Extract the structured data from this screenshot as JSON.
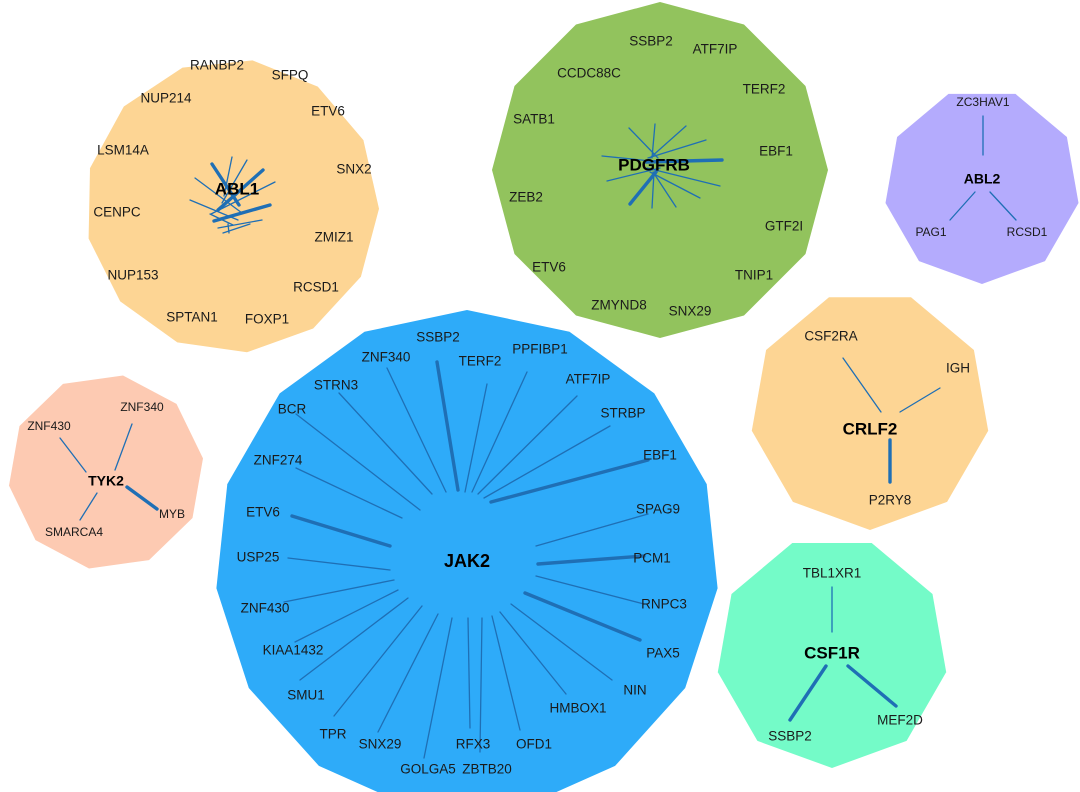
{
  "clusters": [
    {
      "id": "abl1",
      "hub": "ABL1",
      "color": "#fdd594",
      "partners": [
        {
          "label": "RANBP2",
          "strong": false
        },
        {
          "label": "SFPQ",
          "strong": false
        },
        {
          "label": "ETV6",
          "strong": true
        },
        {
          "label": "SNX2",
          "strong": false
        },
        {
          "label": "ZMIZ1",
          "strong": true
        },
        {
          "label": "RCSD1",
          "strong": false
        },
        {
          "label": "FOXP1",
          "strong": false
        },
        {
          "label": "SPTAN1",
          "strong": false
        },
        {
          "label": "NUP153",
          "strong": false
        },
        {
          "label": "CENPC",
          "strong": false
        },
        {
          "label": "LSM14A",
          "strong": false
        },
        {
          "label": "NUP214",
          "strong": true
        }
      ]
    },
    {
      "id": "pdgfrb",
      "hub": "PDGFRB",
      "color": "#92c35d",
      "partners": [
        {
          "label": "SSBP2",
          "strong": false
        },
        {
          "label": "ATF7IP",
          "strong": false
        },
        {
          "label": "TERF2",
          "strong": false
        },
        {
          "label": "EBF1",
          "strong": true
        },
        {
          "label": "GTF2I",
          "strong": false
        },
        {
          "label": "TNIP1",
          "strong": false
        },
        {
          "label": "SNX29",
          "strong": false
        },
        {
          "label": "ZMYND8",
          "strong": false
        },
        {
          "label": "ETV6",
          "strong": true
        },
        {
          "label": "ZEB2",
          "strong": false
        },
        {
          "label": "SATB1",
          "strong": false
        },
        {
          "label": "CCDC88C",
          "strong": false
        }
      ]
    },
    {
      "id": "abl2",
      "hub": "ABL2",
      "color": "#b4abfd",
      "partners": [
        {
          "label": "ZC3HAV1",
          "strong": false
        },
        {
          "label": "RCSD1",
          "strong": false
        },
        {
          "label": "PAG1",
          "strong": false
        }
      ]
    },
    {
      "id": "jak2",
      "hub": "JAK2",
      "color": "#2eabf9",
      "partners": [
        {
          "label": "SSBP2",
          "strong": true
        },
        {
          "label": "TERF2",
          "strong": false
        },
        {
          "label": "PPFIBP1",
          "strong": false
        },
        {
          "label": "ATF7IP",
          "strong": false
        },
        {
          "label": "STRBP",
          "strong": false
        },
        {
          "label": "EBF1",
          "strong": true
        },
        {
          "label": "SPAG9",
          "strong": false
        },
        {
          "label": "PCM1",
          "strong": true
        },
        {
          "label": "RNPC3",
          "strong": false
        },
        {
          "label": "PAX5",
          "strong": true
        },
        {
          "label": "NIN",
          "strong": false
        },
        {
          "label": "HMBOX1",
          "strong": false
        },
        {
          "label": "OFD1",
          "strong": false
        },
        {
          "label": "ZBTB20",
          "strong": false
        },
        {
          "label": "RFX3",
          "strong": false
        },
        {
          "label": "GOLGA5",
          "strong": false
        },
        {
          "label": "SNX29",
          "strong": false
        },
        {
          "label": "TPR",
          "strong": false
        },
        {
          "label": "SMU1",
          "strong": false
        },
        {
          "label": "KIAA1432",
          "strong": false
        },
        {
          "label": "ZNF430",
          "strong": false
        },
        {
          "label": "USP25",
          "strong": false
        },
        {
          "label": "ETV6",
          "strong": true
        },
        {
          "label": "ZNF274",
          "strong": false
        },
        {
          "label": "BCR",
          "strong": false
        },
        {
          "label": "STRN3",
          "strong": false
        },
        {
          "label": "ZNF340",
          "strong": false
        }
      ]
    },
    {
      "id": "crlf2",
      "hub": "CRLF2",
      "color": "#fdd594",
      "partners": [
        {
          "label": "CSF2RA",
          "strong": false
        },
        {
          "label": "IGH",
          "strong": false
        },
        {
          "label": "P2RY8",
          "strong": true
        }
      ]
    },
    {
      "id": "tyk2",
      "hub": "TYK2",
      "color": "#fdcab2",
      "partners": [
        {
          "label": "ZNF340",
          "strong": false
        },
        {
          "label": "MYB",
          "strong": true
        },
        {
          "label": "SMARCA4",
          "strong": false
        },
        {
          "label": "ZNF430",
          "strong": false
        }
      ]
    },
    {
      "id": "csf1r",
      "hub": "CSF1R",
      "color": "#74fbc8",
      "partners": [
        {
          "label": "TBL1XR1",
          "strong": false
        },
        {
          "label": "MEF2D",
          "strong": true
        },
        {
          "label": "SSBP2",
          "strong": true
        }
      ]
    }
  ],
  "edge_color": "#1f6fb5"
}
